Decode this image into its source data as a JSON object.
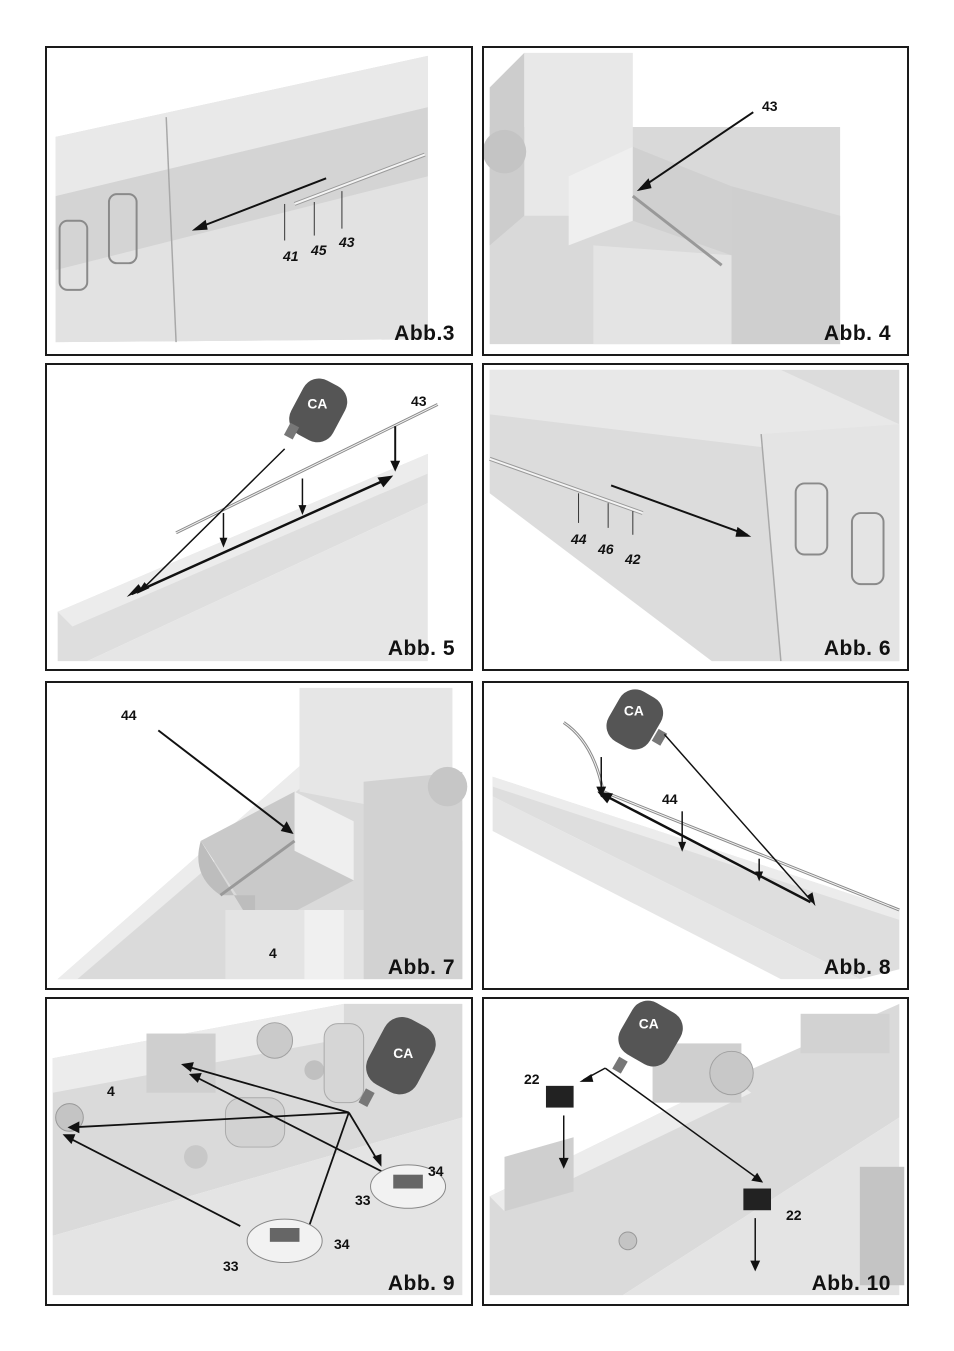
{
  "panels": [
    {
      "caption": "Abb.3",
      "labels": [
        "41",
        "45",
        "43"
      ]
    },
    {
      "caption": "Abb. 4",
      "labels": [
        "43"
      ]
    },
    {
      "caption": "Abb. 5",
      "labels": [
        "CA",
        "43"
      ]
    },
    {
      "caption": "Abb. 6",
      "labels": [
        "44",
        "46",
        "42"
      ]
    },
    {
      "caption": "Abb. 7",
      "labels": [
        "44",
        "4"
      ]
    },
    {
      "caption": "Abb. 8",
      "labels": [
        "CA",
        "44"
      ]
    },
    {
      "caption": "Abb. 9",
      "labels": [
        "CA",
        "4",
        "34",
        "33",
        "34",
        "33"
      ]
    },
    {
      "caption": "Abb. 10",
      "labels": [
        "CA",
        "22",
        "22"
      ]
    }
  ],
  "colors": {
    "border": "#1a1a1a",
    "part_light": "#e6e6e6",
    "part_mid": "#d2d2d2",
    "part_dark": "#b8b8b8",
    "ink": "#111111"
  }
}
